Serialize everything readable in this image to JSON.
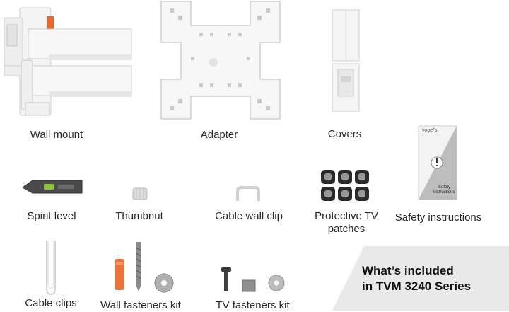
{
  "items": [
    {
      "id": "wall_mount",
      "label": "Wall mount"
    },
    {
      "id": "adapter",
      "label": "Adapter"
    },
    {
      "id": "covers",
      "label": "Covers"
    },
    {
      "id": "safety_instructions",
      "label": "Safety instructions"
    },
    {
      "id": "spirit_level",
      "label": "Spirit level"
    },
    {
      "id": "thumbnut",
      "label": "Thumbnut"
    },
    {
      "id": "cable_wall_clip",
      "label": "Cable wall clip"
    },
    {
      "id": "protective_tv_patches",
      "label": "Protective TV patches"
    },
    {
      "id": "cable_clips",
      "label": "Cable clips"
    },
    {
      "id": "wall_fasteners_kit",
      "label": "Wall fasteners kit"
    },
    {
      "id": "tv_fasteners_kit",
      "label": "TV fasteners kit"
    }
  ],
  "booklet": {
    "brand": "vogel's",
    "title_line1": "Safety",
    "title_line2": "instructions"
  },
  "banner": {
    "line1": "What’s included",
    "line2": "in TVM 3240 Series"
  },
  "colors": {
    "background": "#ffffff",
    "banner_background": "#e9e9e9",
    "mount_white": "#f4f4f4",
    "mount_edge": "#c9c9c9",
    "accent_orange": "#e8692a",
    "level_green": "#8cc63f",
    "patch_black": "#2b2b2b"
  }
}
